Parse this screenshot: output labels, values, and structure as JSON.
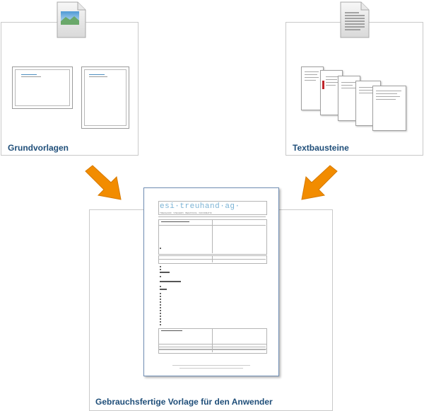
{
  "diagram": {
    "panels": {
      "left": {
        "label": "Grundvorlagen"
      },
      "right": {
        "label": "Textbausteine"
      },
      "bottom": {
        "label": "Gebrauchsfertige Vorlage für den Anwender"
      }
    },
    "document": {
      "logo": "esi·treuhand·ag·",
      "tagline": "TREUHAND · STEUERN · BERATUNG · INFORMATIK"
    },
    "colors": {
      "arrow": "#f28c00",
      "label": "#1f4e79",
      "panel_border": "#c9c9c9",
      "logo": "#7cb4d6"
    },
    "icons": [
      "image-document-icon",
      "text-document-icon",
      "arrow-down-right-icon",
      "arrow-down-left-icon"
    ]
  }
}
